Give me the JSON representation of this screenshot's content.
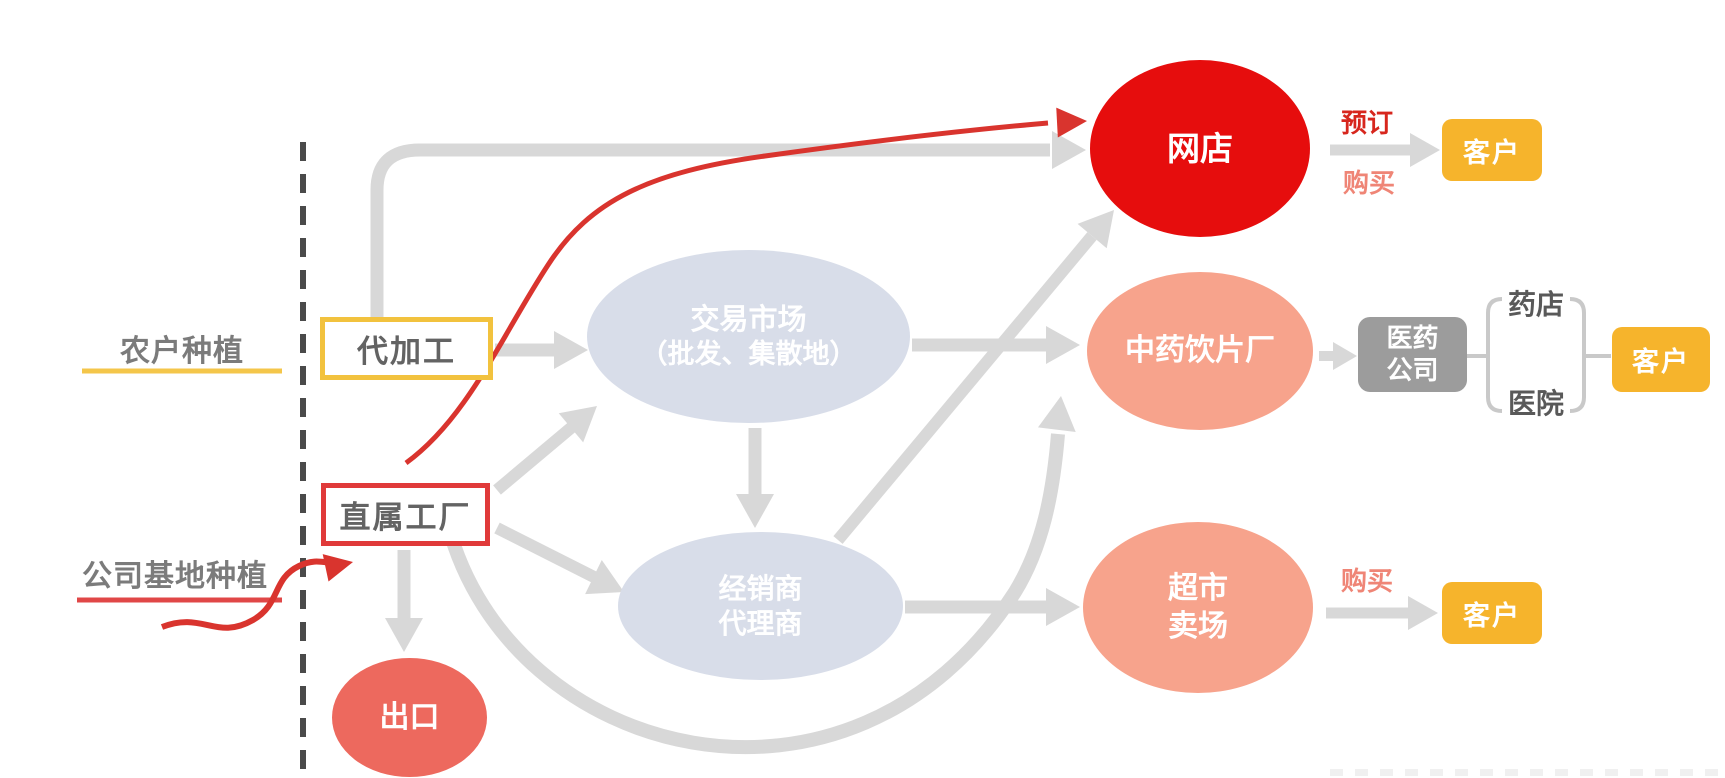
{
  "palette": {
    "bright_red": "#e60d0d",
    "salmon": "#f7a38c",
    "export_red": "#ed695e",
    "blue_gray": "#d8dde9",
    "customer_yellow": "#f6b42c",
    "contract_border_yellow": "#f2c23e",
    "factory_border_red": "#e03a3a",
    "arrow_gray": "#d8d8d8",
    "red_line": "#d9342e",
    "pharma_gray": "#9c9c9c",
    "label_gray": "#7b7b7b",
    "dash_gray": "#4a4a4a"
  },
  "labels": {
    "farmer_planting": "农户种植",
    "company_base_planting": "公司基地种植"
  },
  "nodes": {
    "contract_processing": "代加工",
    "direct_factory": "直属工厂",
    "export": "出口",
    "trading_market_line1": "交易市场",
    "trading_market_line2": "（批发、集散地）",
    "distributor_line1": "经销商",
    "distributor_line2": "代理商",
    "online_store": "网店",
    "tcm_slice_factory": "中药饮片厂",
    "supermarket_line1": "超市",
    "supermarket_line2": "卖场",
    "pharma_company_line1": "医药",
    "pharma_company_line2": "公司",
    "pharmacy": "药店",
    "hospital": "医院",
    "customer": "客户"
  },
  "edge_labels": {
    "preorder": "预订",
    "purchase_top": "购买",
    "purchase_bottom": "购买"
  },
  "edges": [
    {
      "from": "代加工",
      "to": "网店",
      "style": "gray-elbow"
    },
    {
      "from": "代加工",
      "to": "交易市场",
      "style": "gray-arrow"
    },
    {
      "from": "直属工厂",
      "to": "交易市场",
      "style": "gray-arrow"
    },
    {
      "from": "直属工厂",
      "to": "经销商代理商",
      "style": "gray-arrow"
    },
    {
      "from": "直属工厂",
      "to": "出口",
      "style": "gray-arrow"
    },
    {
      "from": "直属工厂",
      "to": "中药饮片厂",
      "style": "gray-arc"
    },
    {
      "from": "直属工厂",
      "to": "网店",
      "style": "red-curve"
    },
    {
      "from": "公司基地种植",
      "to": "直属工厂",
      "style": "red-squiggle"
    },
    {
      "from": "交易市场",
      "to": "经销商代理商",
      "style": "gray-arrow"
    },
    {
      "from": "交易市场",
      "to": "中药饮片厂",
      "style": "gray-arrow"
    },
    {
      "from": "经销商代理商",
      "to": "网店",
      "style": "gray-arrow"
    },
    {
      "from": "经销商代理商",
      "to": "超市卖场",
      "style": "gray-arrow"
    },
    {
      "from": "网店",
      "to": "客户",
      "labels": [
        "预订",
        "购买"
      ]
    },
    {
      "from": "中药饮片厂",
      "to": "医药公司",
      "style": "gray-arrow"
    },
    {
      "from": "医药公司",
      "to": "药店/医院",
      "style": "line-bracket"
    },
    {
      "from": "药店/医院",
      "to": "客户",
      "style": "line"
    },
    {
      "from": "超市卖场",
      "to": "客户",
      "labels": [
        "购买"
      ]
    }
  ]
}
